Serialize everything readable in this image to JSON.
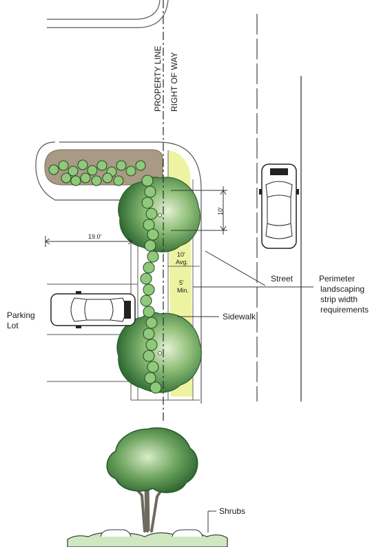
{
  "labels": {
    "property_line": "PROPERTY LINE",
    "right_of_way": "RIGHT OF WAY",
    "street": "Street",
    "perimeter_line1": "Perimeter",
    "perimeter_line2": "landscaping",
    "perimeter_line3": "strip width",
    "perimeter_line4": "requirements",
    "parking_line1": "Parking",
    "parking_line2": "Lot",
    "sidewalk": "Sidewalk",
    "shrubs": "Shrubs"
  },
  "dimensions": {
    "stall_depth": "19.0'",
    "spacing": "10'",
    "avg_value": "10'",
    "avg_label": "Avg.",
    "min_value": "5'",
    "min_label": "Min."
  },
  "colors": {
    "tree_dark": "#3f7a3f",
    "tree_light": "#cfe3b8",
    "shrub": "#8fc97a",
    "strip_fill": "#eef3a2",
    "mulch": "#a89a84"
  }
}
